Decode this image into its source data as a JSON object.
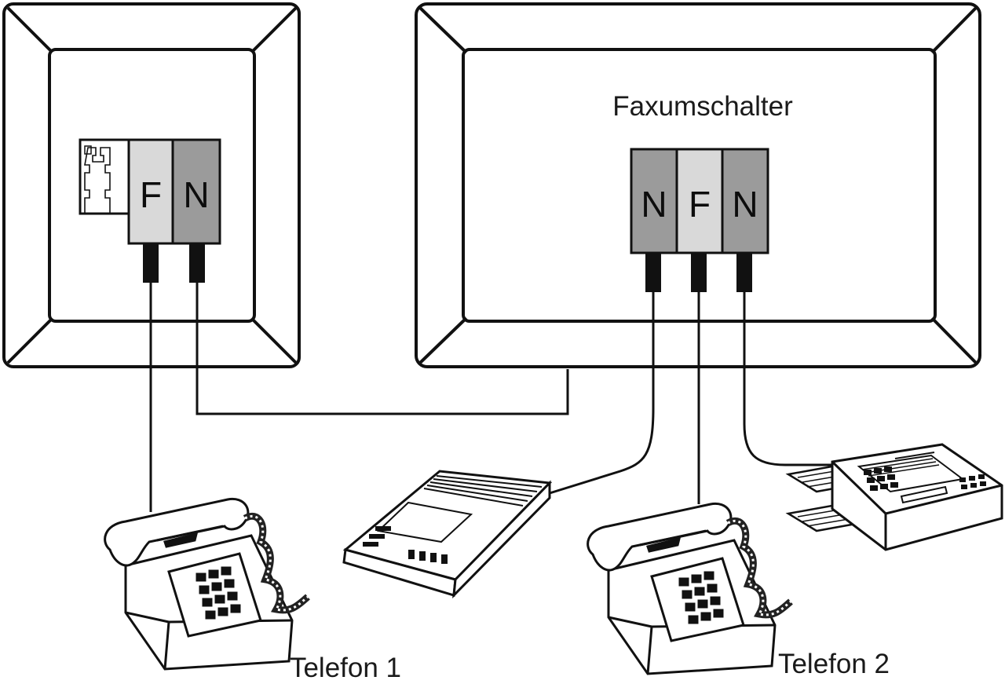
{
  "labels": {
    "switch_title": "Faxumschalter",
    "phone1": "Telefon 1",
    "phone2": "Telefon 2"
  },
  "wall_socket": {
    "sockets": [
      {
        "letter": "F",
        "type": "fax"
      },
      {
        "letter": "N",
        "type": "normal"
      }
    ]
  },
  "fax_switch": {
    "sockets": [
      {
        "letter": "N",
        "type": "normal"
      },
      {
        "letter": "F",
        "type": "fax"
      },
      {
        "letter": "N",
        "type": "normal"
      }
    ]
  },
  "colors": {
    "line": "#111111",
    "socket_f": "#d9d9d9",
    "socket_n": "#9b9b9b",
    "background": "#ffffff"
  },
  "devices": [
    "phone-1",
    "answering-machine",
    "phone-2",
    "fax-machine"
  ]
}
